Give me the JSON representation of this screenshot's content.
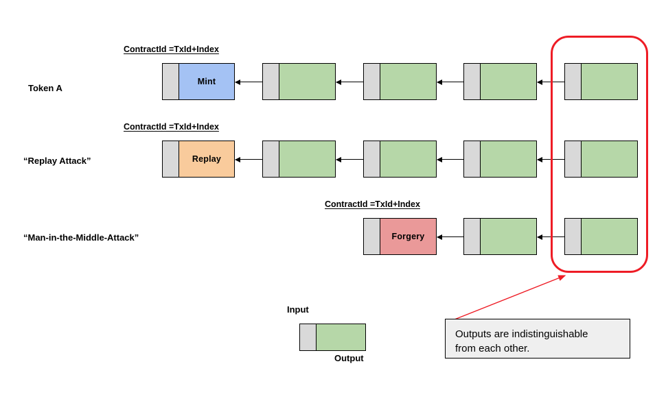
{
  "diagram": {
    "title_captions": {
      "contract_id": "ContractId =TxId+Index"
    },
    "rows": [
      {
        "label": "Token A",
        "caption": "ContractId =TxId+Index",
        "first_box_label": "Mint",
        "first_box_color": "#a4c2f4",
        "box_count": 5
      },
      {
        "label": "“Replay Attack”",
        "caption": "ContractId =TxId+Index",
        "first_box_label": "Replay",
        "first_box_color": "#f9cb9c",
        "box_count": 5
      },
      {
        "label": "“Man-in-the-Middle-Attack”",
        "caption": "ContractId =TxId+Index",
        "first_box_label": "Forgery",
        "first_box_color": "#ea9999",
        "box_count": 3
      }
    ],
    "legend": {
      "input_label": "Input",
      "output_label": "Output",
      "input_color": "#d9d9d9",
      "output_color": "#b6d7a8"
    },
    "callout": {
      "text": "Outputs are indistinguishable\nfrom each other.",
      "background": "#efefef"
    },
    "colors": {
      "output_green": "#b6d7a8",
      "input_gray": "#d9d9d9",
      "mint_blue": "#a4c2f4",
      "replay_orange": "#f9cb9c",
      "forgery_red": "#ea9999",
      "highlight_red": "#ee1c25",
      "stroke": "#000000"
    }
  }
}
